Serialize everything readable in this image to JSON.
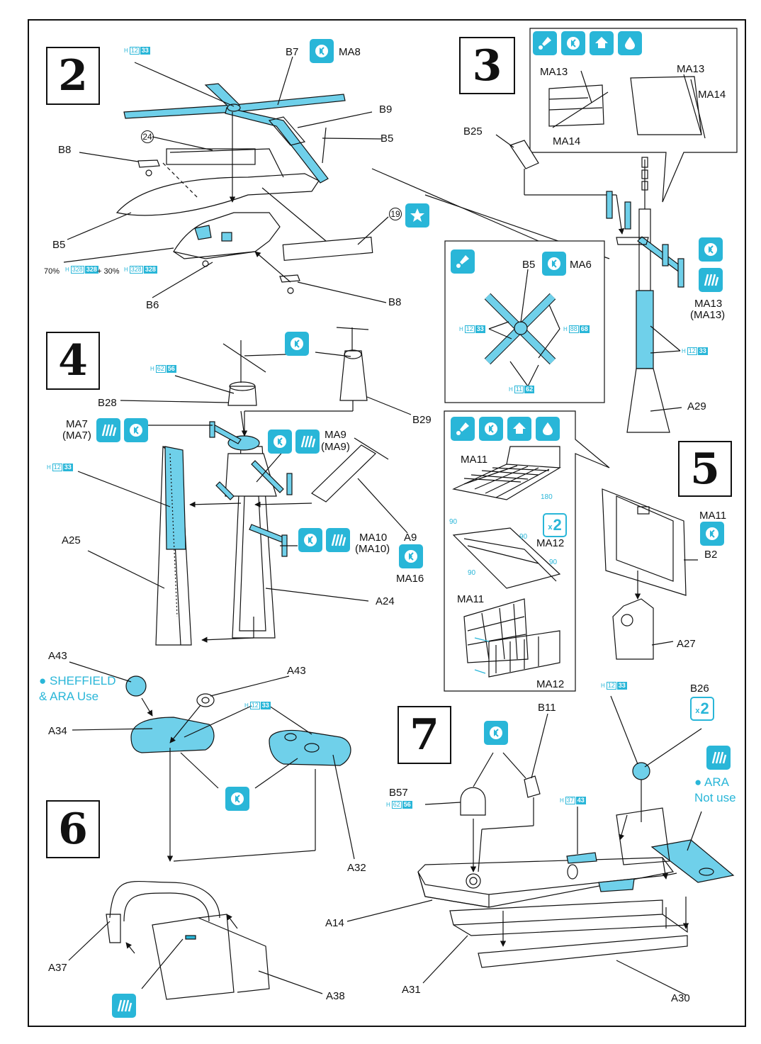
{
  "colors": {
    "cyan": "#29b6d8",
    "line": "#111111",
    "paint_fill": "#6fd0ea"
  },
  "steps": [
    "2",
    "3",
    "4",
    "5",
    "6",
    "7"
  ],
  "icons": {
    "cement": "cement-icon",
    "paint": "paint-icon",
    "optional": "optional-part-icon",
    "weathering": "weathering-icon",
    "photo_etch": "photo-etch-icon",
    "decal": "decal-star-icon",
    "repeat": "repeat-x2-icon"
  },
  "paint_chips": {
    "h12_33": [
      "H",
      "12",
      "33"
    ],
    "h328": [
      "H",
      "328",
      "328"
    ],
    "h88_68": [
      "H",
      "88",
      "68"
    ],
    "h11_62": [
      "H",
      "11",
      "62"
    ],
    "h62_56": [
      "H",
      "62",
      "56"
    ],
    "h37_43": [
      "H",
      "37",
      "43"
    ]
  },
  "repeat_label": "2",
  "step2": {
    "labels": {
      "B7": "B7",
      "MA8": "MA8",
      "B9": "B9",
      "B5_top": "B5",
      "B8_left": "B8",
      "B5_left": "B5",
      "B6": "B6",
      "B8_bottom": "B8",
      "decal24": "24",
      "decal19": "19"
    },
    "mix_a": "70%",
    "mix_plus": "+ 30%"
  },
  "step3": {
    "labels": {
      "MA13_a": "MA13",
      "MA13_b": "MA13",
      "MA14_a": "MA14",
      "MA14_b": "MA14",
      "B25": "B25",
      "B5": "B5",
      "MA6": "MA6",
      "MA13_main": "MA13",
      "MA13_paren": "(MA13)",
      "A29": "A29"
    }
  },
  "step4": {
    "labels": {
      "B28": "B28",
      "MA7": "MA7",
      "MA7_paren": "(MA7)",
      "MA9": "MA9",
      "MA9_paren": "(MA9)",
      "B29": "B29",
      "A25": "A25",
      "MA10": "MA10",
      "MA10_paren": "(MA10)",
      "A9": "A9",
      "MA16": "MA16",
      "A24": "A24"
    }
  },
  "step5": {
    "labels": {
      "MA11_a": "MA11",
      "MA12_a": "MA12",
      "MA11_b": "MA11",
      "MA12_b": "MA12",
      "MA11_main": "MA11",
      "B2": "B2",
      "A27": "A27"
    },
    "angles": [
      "180",
      "90",
      "90",
      "90",
      "90"
    ]
  },
  "step6": {
    "note_line1": "● SHEFFIELD",
    "note_line2": "& ARA Use",
    "labels": {
      "A43_a": "A43",
      "A43_b": "A43",
      "A34": "A34",
      "A32": "A32",
      "A37": "A37",
      "A38": "A38"
    }
  },
  "step7": {
    "labels": {
      "B11": "B11",
      "B26": "B26",
      "B57": "B57",
      "A14": "A14",
      "A31": "A31",
      "A30": "A30"
    },
    "note_line1": "● ARA",
    "note_line2": "Not use"
  }
}
